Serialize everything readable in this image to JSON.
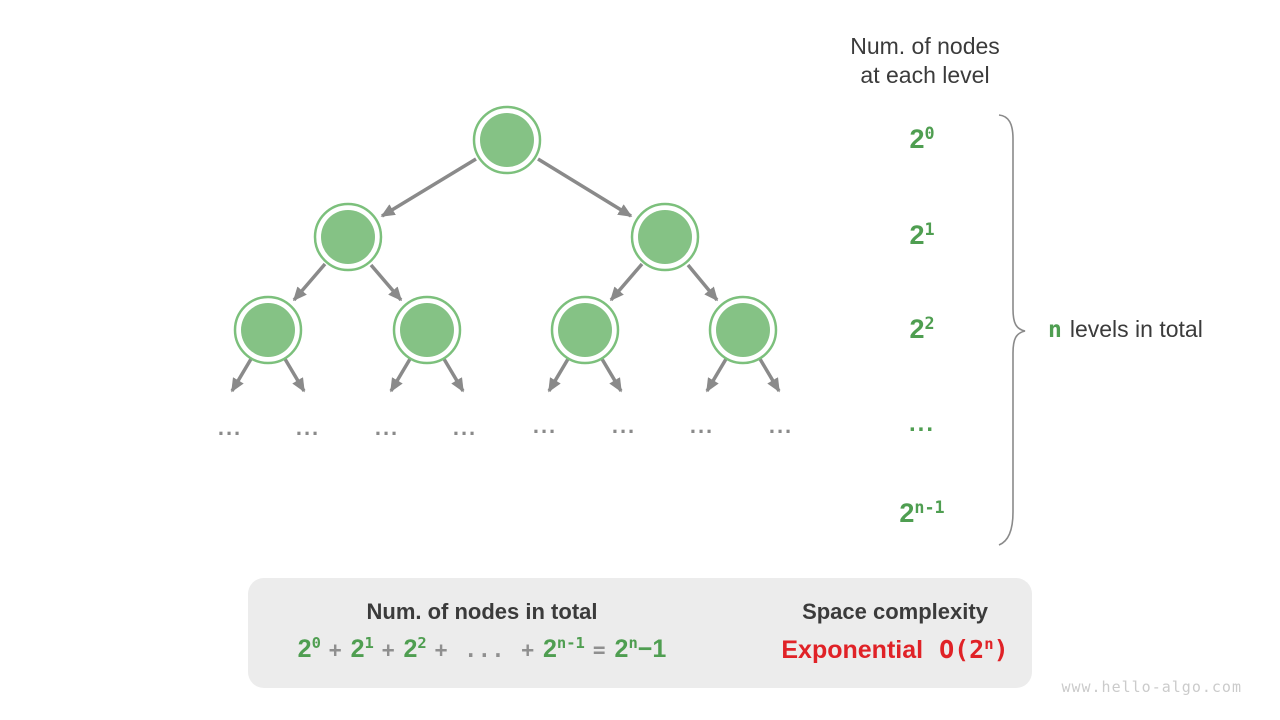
{
  "colors": {
    "node-fill": "#85c285",
    "node-ring": "#7cc07c",
    "arrow-gray": "#8a8a8a",
    "op-gray": "#8f8f8f",
    "dark-text": "#3b3b3b",
    "green-text": "#4f9e51",
    "red-text": "#e02227",
    "box-bg": "#ececec",
    "block-arrow": "#bcbcbc",
    "watermark-gray": "#cbcbcb"
  },
  "right_panel": {
    "header_line1": "Num. of nodes",
    "header_line2": "at each level",
    "level0": {
      "base": "2",
      "sup": "0"
    },
    "level1": {
      "base": "2",
      "sup": "1"
    },
    "level2": {
      "base": "2",
      "sup": "2"
    },
    "level_dots": "...",
    "level_last": {
      "base": "2",
      "sup": "n-1"
    },
    "brace_n": "n",
    "brace_text": "levels in total"
  },
  "tree": {
    "ellipsis": "..."
  },
  "summary_box": {
    "left_title": "Num. of nodes in total",
    "formula": {
      "term0": {
        "base": "2",
        "sup": "0"
      },
      "plus1": "+",
      "term1": {
        "base": "2",
        "sup": "1"
      },
      "plus2": "+",
      "term2": {
        "base": "2",
        "sup": "2"
      },
      "plus3": "+",
      "dots": "...",
      "plus4": "+",
      "term3": {
        "base": "2",
        "sup": "n-1"
      },
      "equals": "=",
      "result_base": "2",
      "result_sup": "n",
      "result_tail": "−1"
    },
    "right_title": "Space complexity",
    "complexity_word": "Exponential",
    "complexity_open": "O(2",
    "complexity_sup": "n",
    "complexity_close": ")"
  },
  "watermark": "www.hello-algo.com"
}
